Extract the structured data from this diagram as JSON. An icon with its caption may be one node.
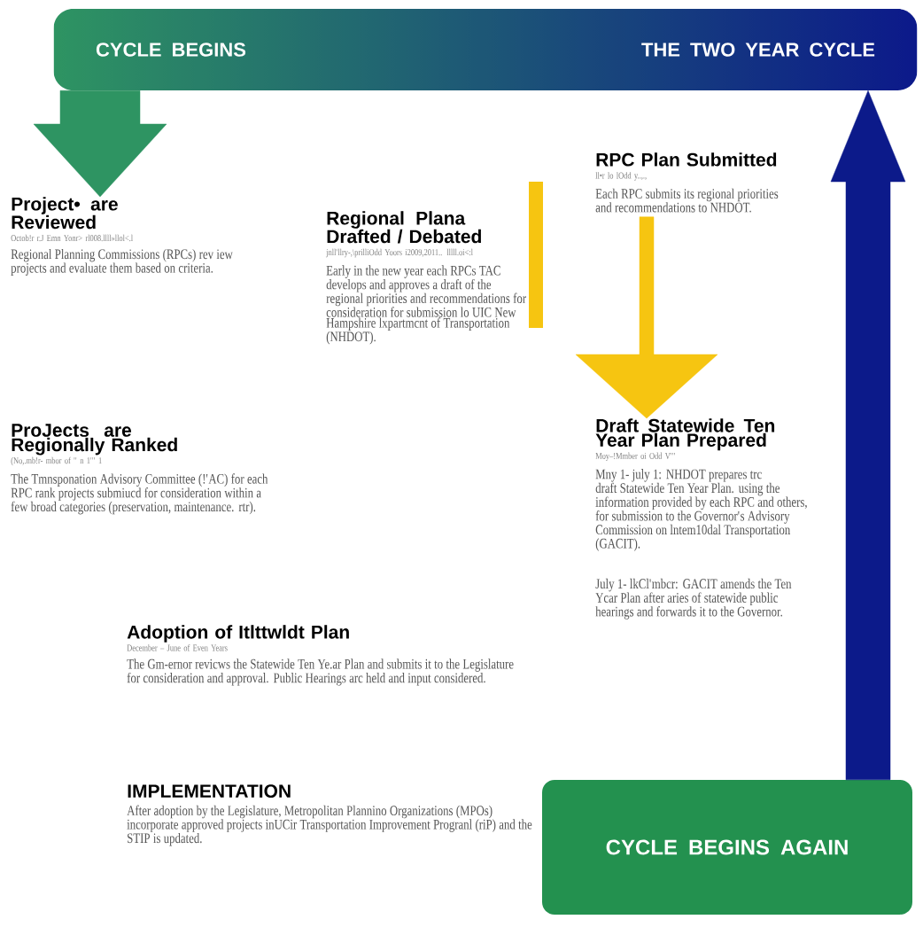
{
  "diagram": {
    "nodes": [
      {
        "text": [
          "CYCLE BEGINS",
          "THE TWO YEAR CYCLE"
        ]
      },
      {
        "text": [
          "Project• are Reviewed",
          "Octob!r r.J Emn Yonr> rl008.llll»llol<.l",
          "Regional Planning Commissions (RPCs) rev iew projects and evaluate them based on criteria."
        ]
      },
      {
        "text": [
          "Regional Plana Drafted / Debated",
          "jnll'llry-,\\prilliOdd Yoors i2009,2011.. lllll.oi<:l",
          "Early in the new year each RPCs TAC develops and approves a draft of the regional priorities and recommendations for consideration for submission lo UIC New Hampshire lxpartmcnt of Transportation (NHDOT)."
        ]
      },
      {
        "text": [
          "RPC Plan Submitted",
          "ll•r lo lOdd y..,.,",
          "Each RPC submits its regional priorities and recommendations to NHDOT."
        ]
      },
      {
        "text": [
          "ProJects are Regionally Ranked",
          "(No,.mb!r- mbor of '' n 1''' 1",
          "The Tmnsponation Advisory Committee (!'AC) for each RPC rank projects submiucd for consideration within a few broad categories (preservation, maintenance. rtr)."
        ]
      },
      {
        "text": [
          "Draft Statewide Ten Year Plan Prepared",
          "Moy–!Mmber oi Odd V'''",
          "Mny 1- july 1: NHDOT prepares trc draft Statewide Ten Year Plan. using the information provided by each RPC and others, for submission to the Governor's Advisory Commission on lntem10dal Transportation (GACIT).",
          "July 1- lkCl'mbcr: GACIT amends the Ten Ycar Plan after aries of statewide public hearings and forwards it to the Governor."
        ]
      },
      {
        "text": [
          "Adoption of Itlttwldt Plan",
          "December – June of Even Years",
          "The Gm-ernor revicws the Statewide Ten Ye.ar Plan and submits it to the Legislature for consideration and approval. Public Hearings arc held and input considered."
        ]
      },
      {
        "text": [
          "IMPLEMENTATION",
          "After adoption by the Legislature, Metropolitan Plannino Organizations (MPOs) incorporate approved projects inUCir Transportation Improvement Progranl (riP) and the STIP is updated."
        ]
      },
      {
        "text": [
          "CYCLE BEGINS AGAIN"
        ]
      },
      {
        "text": [],
        "shape": "bar"
      }
    ],
    "edges": [
      {
        "from": 0,
        "to": 1,
        "arrow": "to",
        "style": "thick",
        "color": "#2e9462"
      },
      {
        "from": 3,
        "to": 5,
        "arrow": "to",
        "style": "thick",
        "color": "#f6c511"
      },
      {
        "from": 8,
        "to": 0,
        "arrow": "to",
        "style": "thick",
        "color": "#0c1a8a"
      }
    ]
  }
}
